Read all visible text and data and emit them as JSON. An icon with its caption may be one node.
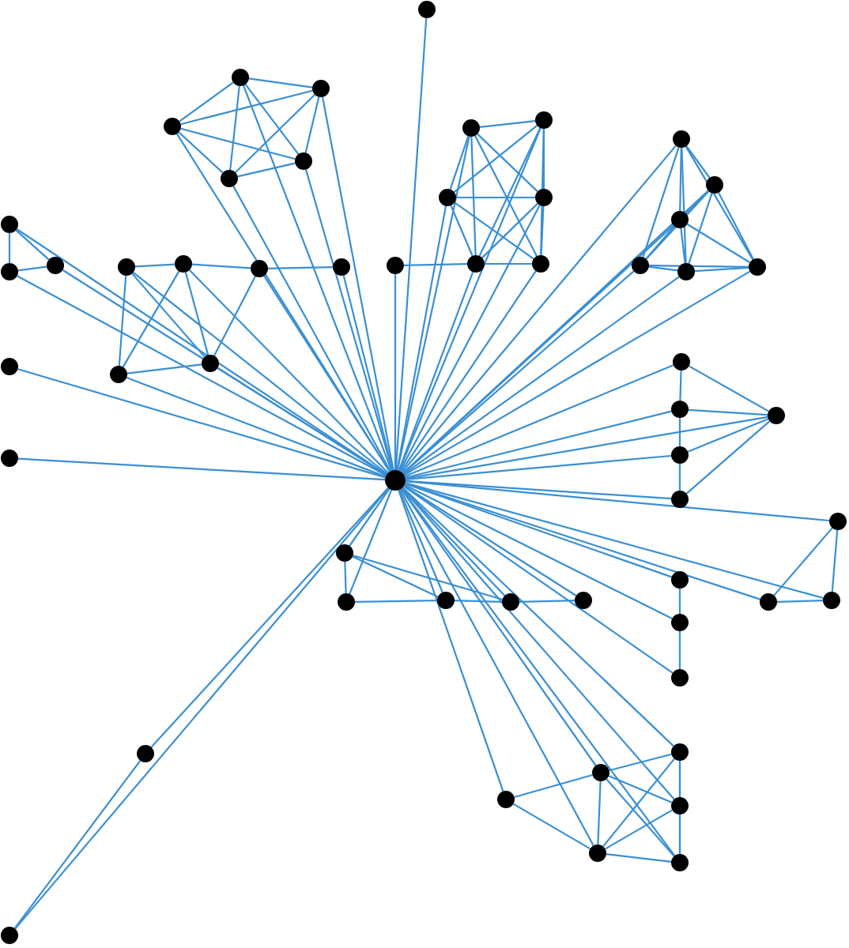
{
  "diagram": {
    "nodes": [
      {
        "text": [],
        "shape": "circle"
      },
      {
        "text": [],
        "shape": "circle"
      },
      {
        "text": [],
        "shape": "circle"
      },
      {
        "text": [],
        "shape": "circle"
      },
      {
        "text": [],
        "shape": "circle"
      },
      {
        "text": [],
        "shape": "circle"
      },
      {
        "text": [],
        "shape": "circle"
      },
      {
        "text": [],
        "shape": "circle"
      },
      {
        "text": [],
        "shape": "circle"
      },
      {
        "text": [],
        "shape": "circle"
      },
      {
        "text": [],
        "shape": "circle"
      },
      {
        "text": [],
        "shape": "circle"
      },
      {
        "text": [],
        "shape": "circle"
      },
      {
        "text": [],
        "shape": "circle"
      },
      {
        "text": [],
        "shape": "circle"
      },
      {
        "text": [],
        "shape": "circle"
      },
      {
        "text": [],
        "shape": "circle"
      },
      {
        "text": [],
        "shape": "circle"
      },
      {
        "text": [],
        "shape": "circle"
      },
      {
        "text": [],
        "shape": "circle"
      },
      {
        "text": [],
        "shape": "circle"
      },
      {
        "text": [],
        "shape": "circle"
      },
      {
        "text": [],
        "shape": "circle"
      },
      {
        "text": [],
        "shape": "circle"
      },
      {
        "text": [],
        "shape": "circle"
      },
      {
        "text": [],
        "shape": "circle"
      },
      {
        "text": [],
        "shape": "circle"
      },
      {
        "text": [],
        "shape": "circle"
      },
      {
        "text": [],
        "shape": "circle"
      },
      {
        "text": [],
        "shape": "circle"
      },
      {
        "text": [],
        "shape": "circle"
      },
      {
        "text": [],
        "shape": "circle"
      },
      {
        "text": [],
        "shape": "circle"
      },
      {
        "text": [],
        "shape": "circle"
      },
      {
        "text": [],
        "shape": "circle"
      },
      {
        "text": [],
        "shape": "circle"
      },
      {
        "text": [],
        "shape": "circle"
      },
      {
        "text": [],
        "shape": "circle"
      },
      {
        "text": [],
        "shape": "circle"
      },
      {
        "text": [],
        "shape": "circle"
      },
      {
        "text": [],
        "shape": "circle"
      },
      {
        "text": [],
        "shape": "circle"
      },
      {
        "text": [],
        "shape": "circle"
      },
      {
        "text": [],
        "shape": "circle"
      },
      {
        "text": [],
        "shape": "circle"
      },
      {
        "text": [],
        "shape": "circle"
      },
      {
        "text": [],
        "shape": "circle"
      },
      {
        "text": [],
        "shape": "circle"
      },
      {
        "text": [],
        "shape": "circle"
      },
      {
        "text": [],
        "shape": "circle"
      },
      {
        "text": [],
        "shape": "circle"
      },
      {
        "text": [],
        "shape": "circle"
      },
      {
        "text": [],
        "shape": "circle"
      },
      {
        "text": [],
        "shape": "circle"
      },
      {
        "text": [],
        "shape": "circle"
      }
    ],
    "edges": [
      {
        "from": 34,
        "to": 0,
        "arrow": "none"
      },
      {
        "from": 34,
        "to": 1,
        "arrow": "none"
      },
      {
        "from": 34,
        "to": 2,
        "arrow": "none"
      },
      {
        "from": 34,
        "to": 3,
        "arrow": "none"
      },
      {
        "from": 34,
        "to": 4,
        "arrow": "none"
      },
      {
        "from": 34,
        "to": 5,
        "arrow": "none"
      },
      {
        "from": 34,
        "to": 6,
        "arrow": "none"
      },
      {
        "from": 34,
        "to": 7,
        "arrow": "none"
      },
      {
        "from": 34,
        "to": 8,
        "arrow": "none"
      },
      {
        "from": 34,
        "to": 9,
        "arrow": "none"
      },
      {
        "from": 34,
        "to": 10,
        "arrow": "none"
      },
      {
        "from": 34,
        "to": 11,
        "arrow": "none"
      },
      {
        "from": 34,
        "to": 12,
        "arrow": "none"
      },
      {
        "from": 34,
        "to": 13,
        "arrow": "none"
      },
      {
        "from": 34,
        "to": 14,
        "arrow": "none"
      },
      {
        "from": 34,
        "to": 15,
        "arrow": "none"
      },
      {
        "from": 34,
        "to": 16,
        "arrow": "none"
      },
      {
        "from": 34,
        "to": 17,
        "arrow": "none"
      },
      {
        "from": 34,
        "to": 18,
        "arrow": "none"
      },
      {
        "from": 34,
        "to": 19,
        "arrow": "none"
      },
      {
        "from": 34,
        "to": 20,
        "arrow": "none"
      },
      {
        "from": 34,
        "to": 21,
        "arrow": "none"
      },
      {
        "from": 34,
        "to": 22,
        "arrow": "none"
      },
      {
        "from": 34,
        "to": 23,
        "arrow": "none"
      },
      {
        "from": 34,
        "to": 24,
        "arrow": "none"
      },
      {
        "from": 34,
        "to": 25,
        "arrow": "none"
      },
      {
        "from": 34,
        "to": 26,
        "arrow": "none"
      },
      {
        "from": 34,
        "to": 27,
        "arrow": "none"
      },
      {
        "from": 34,
        "to": 28,
        "arrow": "none"
      },
      {
        "from": 34,
        "to": 29,
        "arrow": "none"
      },
      {
        "from": 34,
        "to": 30,
        "arrow": "none"
      },
      {
        "from": 34,
        "to": 31,
        "arrow": "none"
      },
      {
        "from": 34,
        "to": 32,
        "arrow": "none"
      },
      {
        "from": 34,
        "to": 33,
        "arrow": "none"
      },
      {
        "from": 34,
        "to": 35,
        "arrow": "none"
      },
      {
        "from": 34,
        "to": 36,
        "arrow": "none"
      },
      {
        "from": 34,
        "to": 37,
        "arrow": "none"
      },
      {
        "from": 34,
        "to": 38,
        "arrow": "none"
      },
      {
        "from": 34,
        "to": 39,
        "arrow": "none"
      },
      {
        "from": 34,
        "to": 40,
        "arrow": "none"
      },
      {
        "from": 34,
        "to": 41,
        "arrow": "none"
      },
      {
        "from": 34,
        "to": 42,
        "arrow": "none"
      },
      {
        "from": 34,
        "to": 43,
        "arrow": "none"
      },
      {
        "from": 34,
        "to": 44,
        "arrow": "none"
      },
      {
        "from": 34,
        "to": 45,
        "arrow": "none"
      },
      {
        "from": 34,
        "to": 46,
        "arrow": "none"
      },
      {
        "from": 34,
        "to": 47,
        "arrow": "none"
      },
      {
        "from": 34,
        "to": 48,
        "arrow": "none"
      },
      {
        "from": 34,
        "to": 49,
        "arrow": "none"
      },
      {
        "from": 34,
        "to": 50,
        "arrow": "none"
      },
      {
        "from": 34,
        "to": 51,
        "arrow": "none"
      },
      {
        "from": 34,
        "to": 52,
        "arrow": "none"
      },
      {
        "from": 34,
        "to": 53,
        "arrow": "none"
      },
      {
        "from": 34,
        "to": 54,
        "arrow": "none"
      },
      {
        "from": 48,
        "to": 54,
        "arrow": "none"
      },
      {
        "from": 1,
        "to": 2,
        "arrow": "none"
      },
      {
        "from": 1,
        "to": 4,
        "arrow": "none"
      },
      {
        "from": 1,
        "to": 7,
        "arrow": "none"
      },
      {
        "from": 1,
        "to": 8,
        "arrow": "none"
      },
      {
        "from": 2,
        "to": 4,
        "arrow": "none"
      },
      {
        "from": 2,
        "to": 7,
        "arrow": "none"
      },
      {
        "from": 2,
        "to": 8,
        "arrow": "none"
      },
      {
        "from": 4,
        "to": 7,
        "arrow": "none"
      },
      {
        "from": 4,
        "to": 8,
        "arrow": "none"
      },
      {
        "from": 7,
        "to": 8,
        "arrow": "none"
      },
      {
        "from": 5,
        "to": 3,
        "arrow": "none"
      },
      {
        "from": 5,
        "to": 10,
        "arrow": "none"
      },
      {
        "from": 5,
        "to": 11,
        "arrow": "none"
      },
      {
        "from": 5,
        "to": 21,
        "arrow": "none"
      },
      {
        "from": 5,
        "to": 22,
        "arrow": "none"
      },
      {
        "from": 3,
        "to": 10,
        "arrow": "none"
      },
      {
        "from": 3,
        "to": 11,
        "arrow": "none"
      },
      {
        "from": 3,
        "to": 21,
        "arrow": "none"
      },
      {
        "from": 3,
        "to": 22,
        "arrow": "none"
      },
      {
        "from": 10,
        "to": 11,
        "arrow": "none"
      },
      {
        "from": 10,
        "to": 21,
        "arrow": "none"
      },
      {
        "from": 10,
        "to": 22,
        "arrow": "none"
      },
      {
        "from": 11,
        "to": 21,
        "arrow": "none"
      },
      {
        "from": 11,
        "to": 22,
        "arrow": "none"
      },
      {
        "from": 21,
        "to": 22,
        "arrow": "none"
      },
      {
        "from": 20,
        "to": 21,
        "arrow": "none"
      },
      {
        "from": 6,
        "to": 9,
        "arrow": "none"
      },
      {
        "from": 6,
        "to": 12,
        "arrow": "none"
      },
      {
        "from": 6,
        "to": 23,
        "arrow": "none"
      },
      {
        "from": 6,
        "to": 24,
        "arrow": "none"
      },
      {
        "from": 6,
        "to": 25,
        "arrow": "none"
      },
      {
        "from": 9,
        "to": 12,
        "arrow": "none"
      },
      {
        "from": 9,
        "to": 23,
        "arrow": "none"
      },
      {
        "from": 9,
        "to": 24,
        "arrow": "none"
      },
      {
        "from": 9,
        "to": 25,
        "arrow": "none"
      },
      {
        "from": 12,
        "to": 23,
        "arrow": "none"
      },
      {
        "from": 12,
        "to": 24,
        "arrow": "none"
      },
      {
        "from": 12,
        "to": 25,
        "arrow": "none"
      },
      {
        "from": 23,
        "to": 24,
        "arrow": "none"
      },
      {
        "from": 23,
        "to": 25,
        "arrow": "none"
      },
      {
        "from": 24,
        "to": 25,
        "arrow": "none"
      },
      {
        "from": 13,
        "to": 14,
        "arrow": "none"
      },
      {
        "from": 13,
        "to": 15,
        "arrow": "none"
      },
      {
        "from": 14,
        "to": 15,
        "arrow": "none"
      },
      {
        "from": 16,
        "to": 17,
        "arrow": "none"
      },
      {
        "from": 17,
        "to": 18,
        "arrow": "none"
      },
      {
        "from": 18,
        "to": 19,
        "arrow": "none"
      },
      {
        "from": 16,
        "to": 27,
        "arrow": "none"
      },
      {
        "from": 16,
        "to": 26,
        "arrow": "none"
      },
      {
        "from": 17,
        "to": 27,
        "arrow": "none"
      },
      {
        "from": 17,
        "to": 26,
        "arrow": "none"
      },
      {
        "from": 18,
        "to": 26,
        "arrow": "none"
      },
      {
        "from": 27,
        "to": 26,
        "arrow": "none"
      },
      {
        "from": 29,
        "to": 30,
        "arrow": "none"
      },
      {
        "from": 30,
        "to": 32,
        "arrow": "none"
      },
      {
        "from": 32,
        "to": 35,
        "arrow": "none"
      },
      {
        "from": 29,
        "to": 31,
        "arrow": "none"
      },
      {
        "from": 30,
        "to": 31,
        "arrow": "none"
      },
      {
        "from": 32,
        "to": 31,
        "arrow": "none"
      },
      {
        "from": 35,
        "to": 31,
        "arrow": "none"
      },
      {
        "from": 36,
        "to": 43,
        "arrow": "none"
      },
      {
        "from": 36,
        "to": 44,
        "arrow": "none"
      },
      {
        "from": 43,
        "to": 44,
        "arrow": "none"
      },
      {
        "from": 38,
        "to": 45,
        "arrow": "none"
      },
      {
        "from": 45,
        "to": 46,
        "arrow": "none"
      },
      {
        "from": 37,
        "to": 39,
        "arrow": "none"
      },
      {
        "from": 39,
        "to": 40,
        "arrow": "none"
      },
      {
        "from": 40,
        "to": 41,
        "arrow": "none"
      },
      {
        "from": 41,
        "to": 42,
        "arrow": "none"
      },
      {
        "from": 37,
        "to": 40,
        "arrow": "none"
      },
      {
        "from": 37,
        "to": 41,
        "arrow": "none"
      },
      {
        "from": 47,
        "to": 49,
        "arrow": "none"
      },
      {
        "from": 47,
        "to": 51,
        "arrow": "none"
      },
      {
        "from": 47,
        "to": 52,
        "arrow": "none"
      },
      {
        "from": 47,
        "to": 53,
        "arrow": "none"
      },
      {
        "from": 49,
        "to": 50,
        "arrow": "none"
      },
      {
        "from": 49,
        "to": 51,
        "arrow": "none"
      },
      {
        "from": 49,
        "to": 52,
        "arrow": "none"
      },
      {
        "from": 49,
        "to": 53,
        "arrow": "none"
      },
      {
        "from": 50,
        "to": 52,
        "arrow": "none"
      },
      {
        "from": 51,
        "to": 52,
        "arrow": "none"
      },
      {
        "from": 51,
        "to": 53,
        "arrow": "none"
      },
      {
        "from": 52,
        "to": 53,
        "arrow": "none"
      }
    ]
  }
}
